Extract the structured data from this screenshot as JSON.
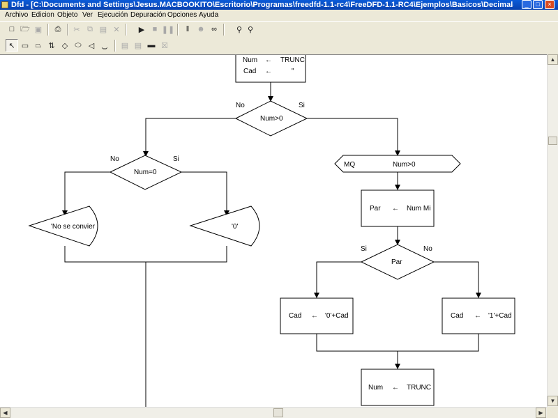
{
  "window": {
    "title": "Dfd - [C:\\Documents and Settings\\Jesus.MACBOOKITO\\Escritorio\\Programas\\freedfd-1.1-rc4\\FreeDFD-1.1-RC4\\Ejemplos\\Basicos\\Decimal-Bina...",
    "minimize": "_",
    "maximize": "□",
    "close": "×"
  },
  "menu": [
    "Archivo",
    "Edicion",
    "Objeto",
    "Ver",
    "Ejecución",
    "Depuración",
    "Opciones",
    "Ayuda"
  ],
  "toolbar_icons": {
    "row1": [
      "new-file-icon",
      "open-folder-icon",
      "save-icon",
      "print-icon",
      "cut-icon",
      "copy-icon",
      "paste-icon",
      "delete-icon",
      "run-icon",
      "stop-icon",
      "pause-icon",
      "step-icon",
      "step-into-icon",
      "watch-icon",
      "zoom-out-icon",
      "zoom-in-icon"
    ],
    "row2": [
      "pointer-icon",
      "assignment-icon",
      "read-icon",
      "loop-for-icon",
      "decision-icon",
      "while-icon",
      "output-icon",
      "subprogram-icon",
      "call-icon",
      "parameter-icon",
      "end-subprogram-icon",
      "remove-subprogram-icon"
    ]
  },
  "flowchart": {
    "top_box": {
      "line1_var": "Num",
      "line1_val": "TRUNC",
      "line2_var": "Cad",
      "line2_val": "\""
    },
    "decision_main": {
      "cond": "Num>0",
      "no": "No",
      "si": "Si"
    },
    "decision_left": {
      "cond": "Num=0",
      "no": "No",
      "si": "Si"
    },
    "output_left": "'No se convier",
    "output_right": "'0'",
    "while_loop": {
      "label": "MQ",
      "cond": "Num>0"
    },
    "par_box": {
      "var": "Par",
      "val": "Num Mi"
    },
    "decision_par": {
      "cond": "Par",
      "si": "Si",
      "no": "No"
    },
    "cad0_box": {
      "var": "Cad",
      "val": "'0'+Cad"
    },
    "cad1_box": {
      "var": "Cad",
      "val": "'1'+Cad"
    },
    "bottom_box": {
      "var": "Num",
      "val": "TRUNC"
    },
    "arrow": "←"
  }
}
